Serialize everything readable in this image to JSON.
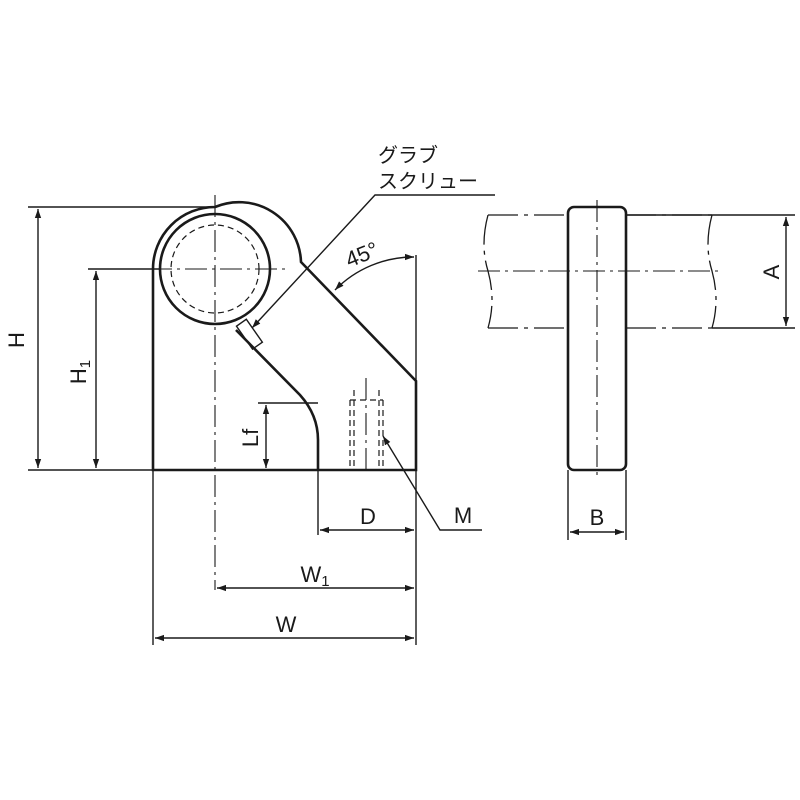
{
  "labels": {
    "H": "H",
    "H1_main": "H",
    "H1_sub": "1",
    "Lf": "Lf",
    "D": "D",
    "M": "M",
    "W1_main": "W",
    "W1_sub": "1",
    "W": "W",
    "A": "A",
    "B": "B",
    "angle": "45°",
    "screw_line1": "グラブ",
    "screw_line2": "スクリュー"
  },
  "colors": {
    "ink": "#1a1a1a",
    "background": "#ffffff"
  }
}
